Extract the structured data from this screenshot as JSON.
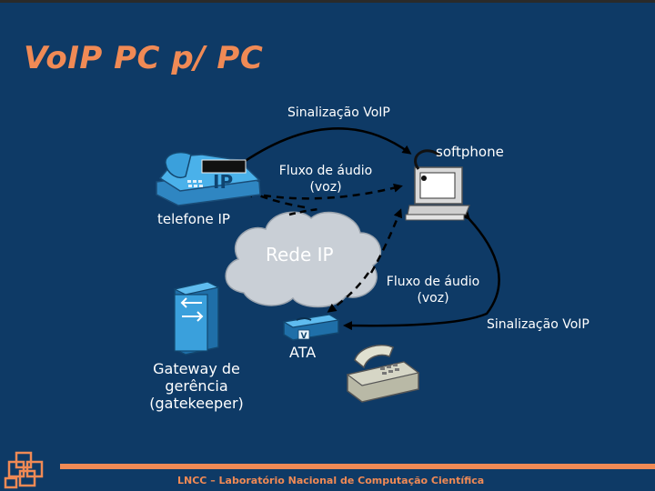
{
  "slide": {
    "title": "VoIP PC p/ PC",
    "footer": "LNCC – Laboratório Nacional de Computação Científica"
  },
  "diagram": {
    "nodes": {
      "ip_phone": {
        "label": "telefone IP",
        "badge": "IP"
      },
      "softphone": {
        "label": "softphone"
      },
      "network": {
        "label": "Rede IP"
      },
      "gatekeeper": {
        "label_line1": "Gateway de",
        "label_line2": "gerência",
        "label_line3": "(gatekeeper)"
      },
      "ata": {
        "label": "ATA",
        "badge": "V"
      }
    },
    "edges": {
      "signaling_top": "Sinalização VoIP",
      "audio_top_line1": "Fluxo de áudio",
      "audio_top_line2": "(voz)",
      "audio_bottom_line1": "Fluxo de áudio",
      "audio_bottom_line2": "(voz)",
      "signaling_bottom": "Sinalização VoIP"
    }
  },
  "colors": {
    "background": "#0e3a66",
    "title": "#f08a55",
    "accent": "#f08a55",
    "device_blue": "#3aa0dc",
    "cloud": "#c9cfd6"
  }
}
